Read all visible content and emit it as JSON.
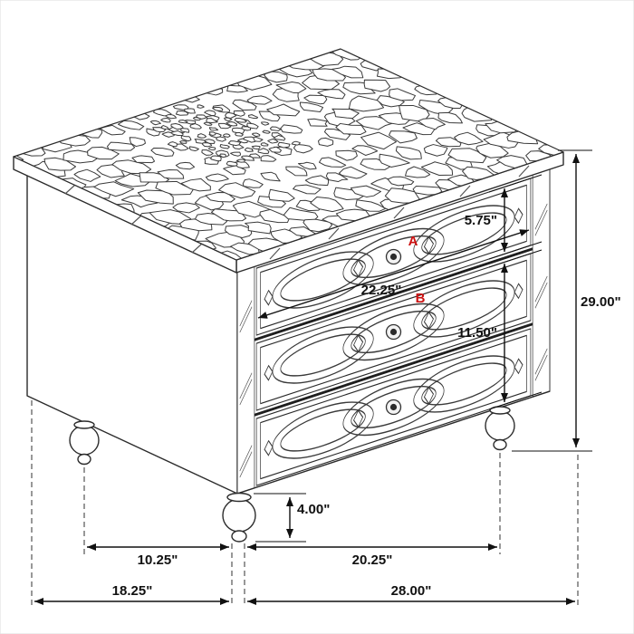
{
  "diagram": {
    "type": "furniture dimension diagram",
    "subject": "3-drawer nightstand with textured top, mirrored trim and bun feet",
    "marker_labels": {
      "a": "A",
      "b": "B"
    },
    "dimensions": {
      "drawer_a_height": "5.75\"",
      "drawer_b_height": "11.50\"",
      "drawer_width": "22.25\"",
      "overall_height": "29.00\"",
      "foot_height": "4.00\"",
      "foot_inset_depth": "10.25\"",
      "foot_spacing_width": "20.25\"",
      "overall_depth": "18.25\"",
      "overall_width": "28.00\""
    },
    "colors": {
      "line": "#2b2b2b",
      "dimension": "#111111",
      "accent": "#cc1111",
      "background": "#ffffff"
    }
  }
}
